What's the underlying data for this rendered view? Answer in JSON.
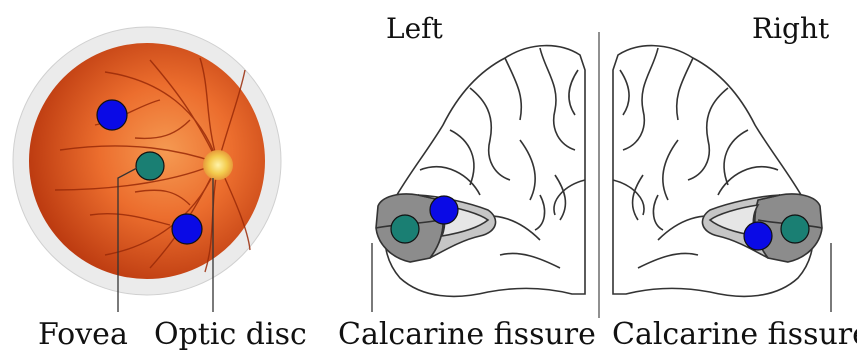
{
  "labels": {
    "left_title": "Left",
    "right_title": "Right",
    "fovea": "Fovea",
    "optic_disc": "Optic disc",
    "calcarine_left": "Calcarine fissure",
    "calcarine_right": "Calcarine fissure"
  },
  "colors": {
    "fundus_outer": "#b83b10",
    "fundus_inner": "#f07a35",
    "rim": "#e6e6e6",
    "blue_marker": "#0a0ae6",
    "teal_marker": "#1a7f73",
    "optic_disc": "#f2c84a",
    "cortex_dark": "#8c8c8c",
    "cortex_light": "#c8c8c8",
    "outline": "#333333"
  },
  "icons": [
    "retina-fundus",
    "brain-left-hemisphere",
    "brain-right-hemisphere"
  ]
}
